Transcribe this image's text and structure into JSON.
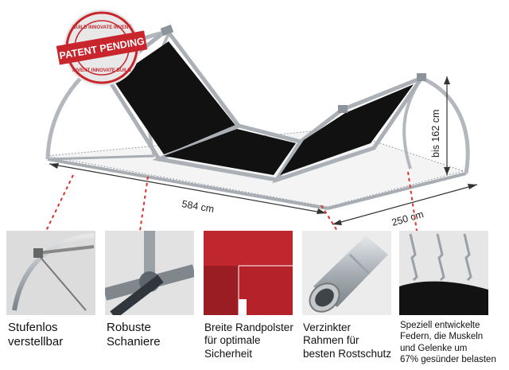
{
  "badge": {
    "text": "PATENT PENDING",
    "ring_top": "BUILD INNOVATE INVENT",
    "ring_bottom": "INVENT INNOVATE BUILD"
  },
  "dimensions": {
    "length": "584 cm",
    "width": "250 cm",
    "height": "bis 162 cm"
  },
  "features": [
    {
      "icon": "adjustable-arch-photo",
      "line1": "Stufenlos",
      "line2": "verstellbar",
      "line3": "",
      "line4": ""
    },
    {
      "icon": "hinge-photo",
      "line1": "Robuste",
      "line2": "Schaniere",
      "line3": "",
      "line4": ""
    },
    {
      "icon": "edge-padding-photo",
      "line1": "Breite Randpolster",
      "line2": "für optimale",
      "line3": "Sicherheit",
      "line4": ""
    },
    {
      "icon": "galvanized-tube-photo",
      "line1": "Verzinkter",
      "line2": "Rahmen für",
      "line3": "besten Rostschutz",
      "line4": ""
    },
    {
      "icon": "springs-photo",
      "line1": "Speziell entwickelte",
      "line2": "Federn, die Muskeln",
      "line3": "und Gelenke um",
      "line4": "67% gesünder belasten"
    }
  ],
  "colors": {
    "frame": "#b9bfc4",
    "mat": "#111111",
    "pad": "#c0262d",
    "badge": "#c8252c",
    "leader": "#d9342b"
  }
}
